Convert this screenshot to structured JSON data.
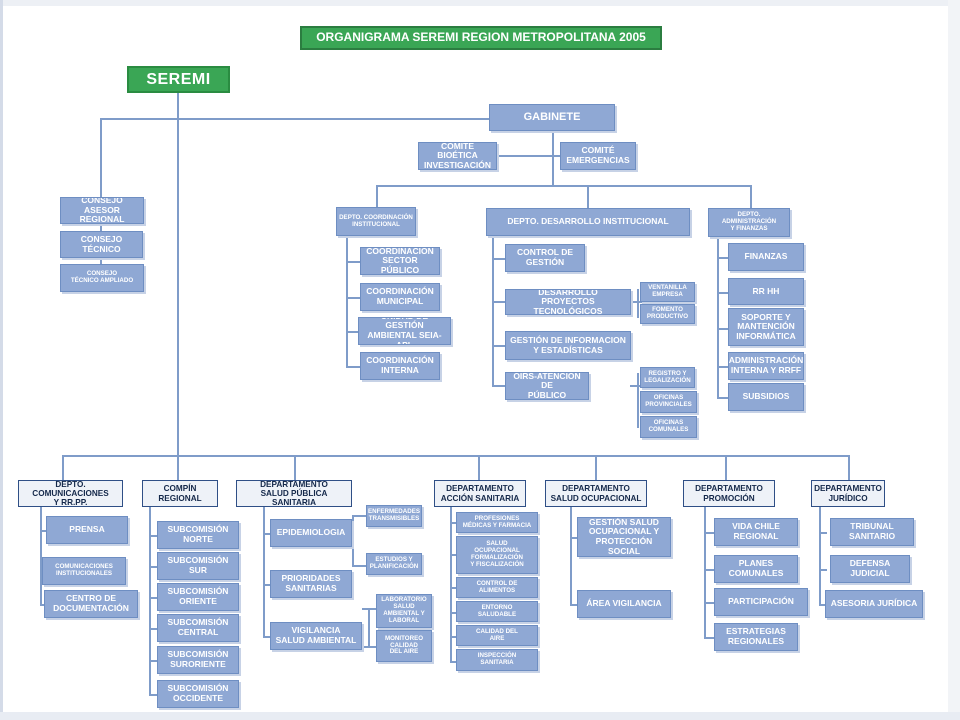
{
  "title": "ORGANIGRAMA SEREMI REGION METROPOLITANA   2005",
  "colors": {
    "green": "#3aa655",
    "box": "#8fa8d4",
    "line": "#7f9cc9",
    "dept_border": "#2f4f86"
  },
  "root": "SEREMI",
  "gabinete": {
    "label": "GABINETE",
    "items": [
      "COMITÉ BIOÉTICA\nINVESTIGACIÓN",
      "COMITÉ\nEMERGENCIAS"
    ]
  },
  "consejos": [
    "CONSEJO ASESOR\nREGIONAL",
    "CONSEJO\nTÉCNICO",
    "CONSEJO\nTÉCNICO AMPLIADO"
  ],
  "coordinacion": {
    "label": "DEPTO. COORDINACIÓN\nINSTITUCIONAL",
    "items": [
      "COORDINACIÓN\nSECTOR PÚBLICO",
      "COORDINACIÓN\nMUNICIPAL",
      "UNIDAD DE GESTIÓN\nAMBIENTAL SEIA-APL",
      "COORDINACIÓN\nINTERNA"
    ]
  },
  "desarrollo": {
    "label": "DEPTO. DESARROLLO  INSTITUCIONAL",
    "items": [
      "CONTROL DE\nGESTIÓN",
      "DESARROLLO\nPROYECTOS TECNOLÓGICOS",
      "GESTIÓN DE INFORMACION\nY ESTADÍSTICAS",
      "OIRS-ATENCIÓN DE\nPÚBLICO"
    ],
    "proyectos_sub": [
      "VENTANILLA\nEMPRESA",
      "FOMENTO\nPRODUCTIVO"
    ],
    "oirs_sub": [
      "REGISTRO Y\nLEGALIZACIÓN",
      "OFICINAS\nPROVINCIALES",
      "OFICINAS\nCOMUNALES"
    ]
  },
  "administracion": {
    "label": "DEPTO. ADMINISTRACIÓN\nY FINANZAS",
    "items": [
      "FINANZAS",
      "RR HH",
      "SOPORTE Y\nMANTENCIÓN\nINFORMÁTICA",
      "ADMINISTRACIÓN\nINTERNA Y RRFF",
      "SUBSIDIOS"
    ]
  },
  "departamentos": {
    "comunicaciones": {
      "label": "DEPTO. COMUNICACIONES\nY RR.PP.",
      "items": [
        "PRENSA",
        "COMUNICACIONES\nINSTITUCIONALES",
        "CENTRO DE\nDOCUMENTACIÓN"
      ]
    },
    "compin": {
      "label": "COMPÍN\nREGIONAL",
      "items": [
        "SUBCOMISIÓN\nNORTE",
        "SUBCOMISIÓN\nSUR",
        "SUBCOMISIÓN\nORIENTE",
        "SUBCOMISIÓN\nCENTRAL",
        "SUBCOMISIÓN\nSURORIENTE",
        "SUBCOMISIÓN\nOCCIDENTE"
      ]
    },
    "salud_publica": {
      "label": "DEPARTAMENTO\nSALUD PÚBLICA SANITARIA",
      "items": [
        "EPIDEMIOLOGIA",
        "PRIORIDADES\nSANITARIAS",
        "VIGILANCIA\nSALUD AMBIENTAL"
      ],
      "epi_sub": [
        "ENFERMEDADES\nTRANSMISIBLES",
        "ESTUDIOS Y\nPLANIFICACIÓN"
      ],
      "vig_sub": [
        "LABORATORIO\nSALUD\nAMBIENTAL Y\nLABORAL",
        "MONITOREO\nCALIDAD\nDEL AIRE"
      ]
    },
    "accion": {
      "label": "DEPARTAMENTO\nACCIÓN SANITARIA",
      "items": [
        "PROFESIONES\nMÉDICAS Y FARMACIA",
        "SALUD\nOCUPACIONAL\nFORMALIZACIÓN\nY FISCALIZACIÓN",
        "CONTROL DE\nALIMENTOS",
        "ENTORNO\nSALUDABLE",
        "CALIDAD DEL\nAIRE",
        "INSPECCIÓN\nSANITARIA"
      ]
    },
    "ocupacional": {
      "label": "DEPARTAMENTO\nSALUD OCUPACIONAL",
      "items": [
        "GESTIÓN SALUD\nOCUPACIONAL Y\nPROTECCIÓN SOCIAL",
        "ÁREA VIGILANCIA"
      ]
    },
    "promocion": {
      "label": "DEPARTAMENTO\nPROMOCIÓN",
      "items": [
        "VIDA CHILE\nREGIONAL",
        "PLANES\nCOMUNALES",
        "PARTICIPACIÓN",
        "ESTRATEGIAS\nREGIONALES"
      ]
    },
    "juridico": {
      "label": "DEPARTAMENTO\nJURÍDICO",
      "items": [
        "TRIBUNAL\nSANITARIO",
        "DEFENSA\nJUDICIAL",
        "ASESORIA JURÍDICA"
      ]
    }
  }
}
